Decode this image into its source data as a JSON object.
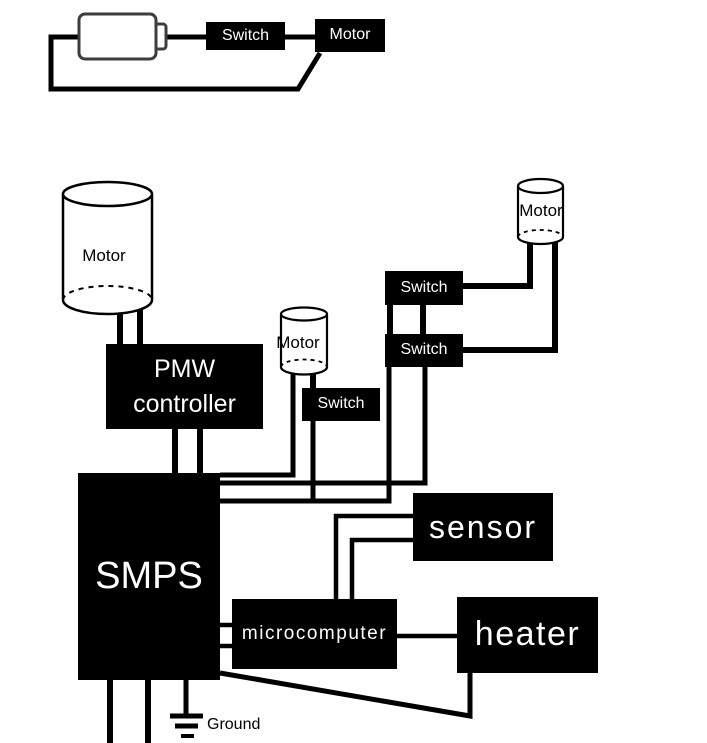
{
  "colors": {
    "background": "#ffffff",
    "box_fill": "#000000",
    "box_text": "#ffffff",
    "wire": "#000000",
    "battery_outline": "#3d3d3d"
  },
  "components": {
    "switch_top": {
      "label": "Switch"
    },
    "motor_top": {
      "label": "Motor"
    },
    "motor_left": {
      "label": "Motor"
    },
    "motor_center": {
      "label": "Motor"
    },
    "motor_right": {
      "label": "Motor"
    },
    "switch_right_upper": {
      "label": "Switch"
    },
    "switch_right_lower": {
      "label": "Switch"
    },
    "switch_center": {
      "label": "Switch"
    },
    "pmw_controller": {
      "line1": "PMW",
      "line2": "controller"
    },
    "smps": {
      "label": "SMPS"
    },
    "sensor": {
      "label": "sensor"
    },
    "microcomputer": {
      "label": "microcomputer"
    },
    "heater": {
      "label": "heater"
    },
    "ground": {
      "label": "Ground"
    }
  }
}
